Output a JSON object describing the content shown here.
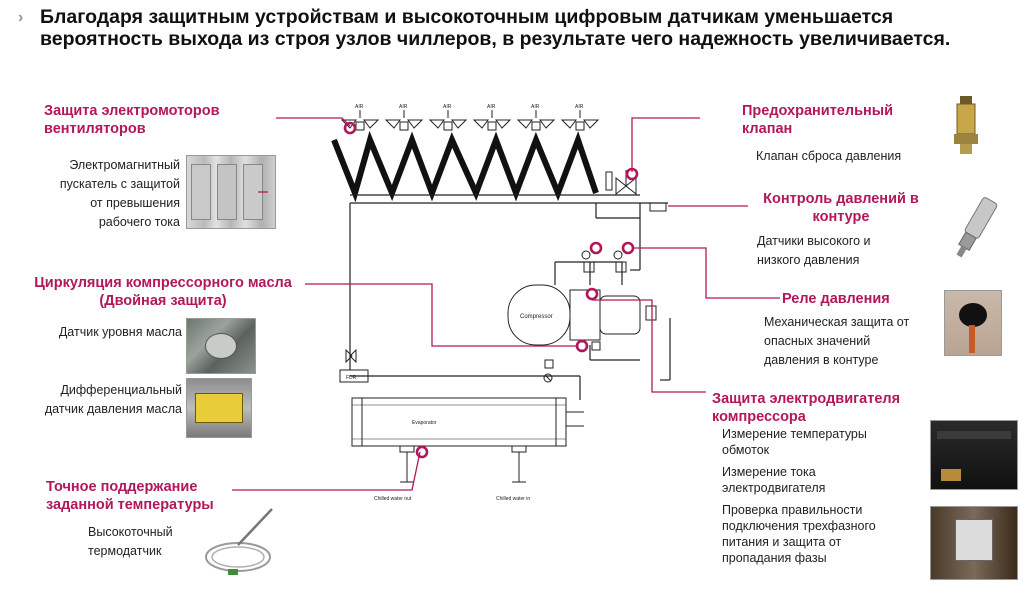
{
  "headline": "Благодаря защитным устройствам и высокоточным цифровым датчикам уменьшается вероятность выхода из строя узлов чиллеров, в результате чего надежность увеличивается.",
  "fan_protection": {
    "title": "Защита электромоторов вентиляторов",
    "text": "Электромагнитный пускатель с защитой от превышения рабочего тока"
  },
  "oil_circulation": {
    "title": "Циркуляция компрессорного масла (Двойная защита)",
    "items": [
      "Датчик уровня масла",
      "Дифференциальный датчик давления масла"
    ]
  },
  "temperature": {
    "title": "Точное поддержание заданной температуры",
    "text": "Высокоточный термодатчик"
  },
  "safety_valve": {
    "title": "Предохранительный клапан",
    "text": "Клапан сброса давления"
  },
  "pressure_control": {
    "title": "Контроль давлений в контуре",
    "text": "Датчики высокого и низкого давления"
  },
  "pressure_relay": {
    "title": "Реле давления",
    "text": "Механическая защита от опасных значений давления в контуре"
  },
  "motor_protection": {
    "title": "Защита электродвигателя компрессора",
    "items": [
      "Измерение температуры обмоток",
      "Измерение тока электродвигателя",
      "Проверка правильности подключения трехфазного питания и защита от пропадания фазы"
    ]
  },
  "diagram": {
    "fan_label": "AIR",
    "compressor": "Compressor",
    "evaporator": "Evaporator",
    "filter": "FDR",
    "chilled_out": "Chilled water out",
    "chilled_in": "Chilled water in",
    "fan_count": 6
  },
  "colors": {
    "accent": "#b3165a",
    "line": "#222222"
  }
}
